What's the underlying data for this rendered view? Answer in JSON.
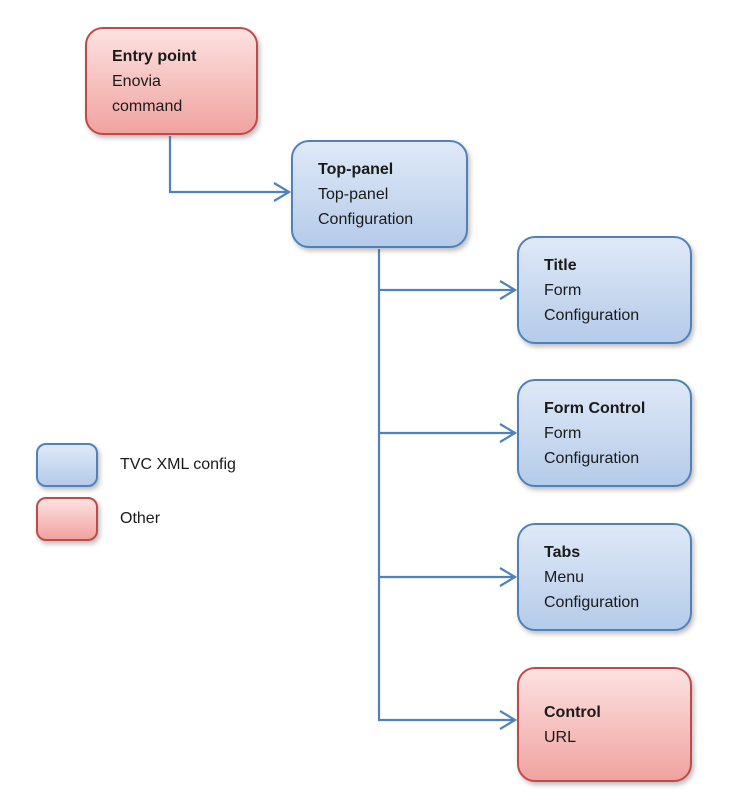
{
  "nodes": [
    {
      "id": "entry-point",
      "title": "Entry point",
      "lines": [
        "Enovia",
        "command"
      ],
      "type": "other"
    },
    {
      "id": "top-panel",
      "title": "Top-panel",
      "lines": [
        "Top-panel",
        "Configuration"
      ],
      "type": "tvc"
    },
    {
      "id": "title",
      "title": "Title",
      "lines": [
        "Form",
        "Configuration"
      ],
      "type": "tvc"
    },
    {
      "id": "form-control",
      "title": "Form Control",
      "lines": [
        "Form",
        "Configuration"
      ],
      "type": "tvc"
    },
    {
      "id": "tabs",
      "title": "Tabs",
      "lines": [
        "Menu",
        "Configuration"
      ],
      "type": "tvc"
    },
    {
      "id": "control",
      "title": "Control",
      "lines": [
        "URL"
      ],
      "type": "other"
    }
  ],
  "legend": [
    {
      "label": "TVC XML config",
      "type": "tvc"
    },
    {
      "label": "Other",
      "type": "other"
    }
  ],
  "colors": {
    "tvc_fill_top": "#dfe9f7",
    "tvc_fill_bottom": "#b5cbe9",
    "tvc_border": "#4f81bd",
    "other_fill_top": "#fce2e1",
    "other_fill_bottom": "#f0a3a0",
    "other_border": "#bf4b48",
    "connector": "#4f81bd"
  }
}
